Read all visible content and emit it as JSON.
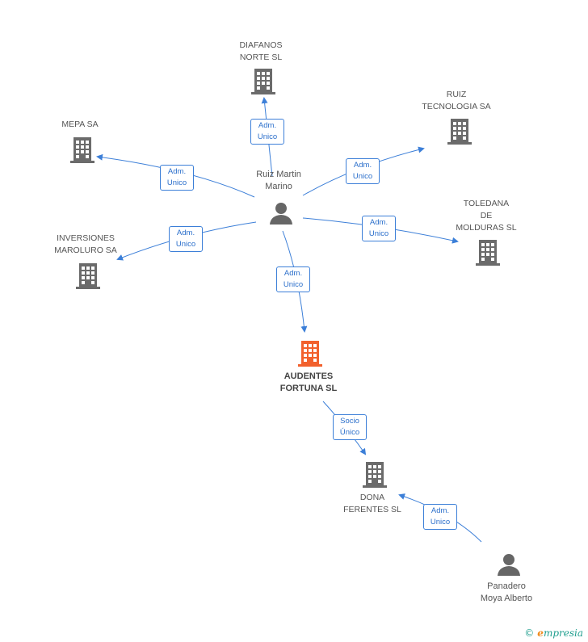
{
  "colors": {
    "edge": "#3c7fd8",
    "building": "#6b6b6b",
    "focus_building": "#f2612d",
    "person": "#666666"
  },
  "nodes": {
    "diafanos": {
      "line1": "DIAFANOS",
      "line2": "NORTE SL"
    },
    "ruiz_tec": {
      "line1": "RUIZ",
      "line2": "TECNOLOGIA SA"
    },
    "mepa": {
      "line1": "MEPA SA"
    },
    "toledana": {
      "line1": "TOLEDANA",
      "line2": "DE",
      "line3": "MOLDURAS SL"
    },
    "inversiones": {
      "line1": "INVERSIONES",
      "line2": "MAROLURO SA"
    },
    "audentes": {
      "line1": "AUDENTES",
      "line2": "FORTUNA SL"
    },
    "dona": {
      "line1": "DONA",
      "line2": "FERENTES SL"
    },
    "ruiz_person": {
      "line1": "Ruiz Martin",
      "line2": "Marino"
    },
    "panadero": {
      "line1": "Panadero",
      "line2": "Moya Alberto"
    }
  },
  "relations": {
    "r_diafanos": {
      "line1": "Adm.",
      "line2": "Unico"
    },
    "r_mepa": {
      "line1": "Adm.",
      "line2": "Unico"
    },
    "r_ruiz_tec": {
      "line1": "Adm.",
      "line2": "Unico"
    },
    "r_toledana": {
      "line1": "Adm.",
      "line2": "Unico"
    },
    "r_inversiones": {
      "line1": "Adm.",
      "line2": "Unico"
    },
    "r_audentes": {
      "line1": "Adm.",
      "line2": "Unico"
    },
    "r_socio": {
      "line1": "Socio",
      "line2": "Único"
    },
    "r_panadero": {
      "line1": "Adm.",
      "line2": "Unico"
    }
  },
  "brand": {
    "copyright": "©",
    "e": "e",
    "rest": "mpresia"
  }
}
